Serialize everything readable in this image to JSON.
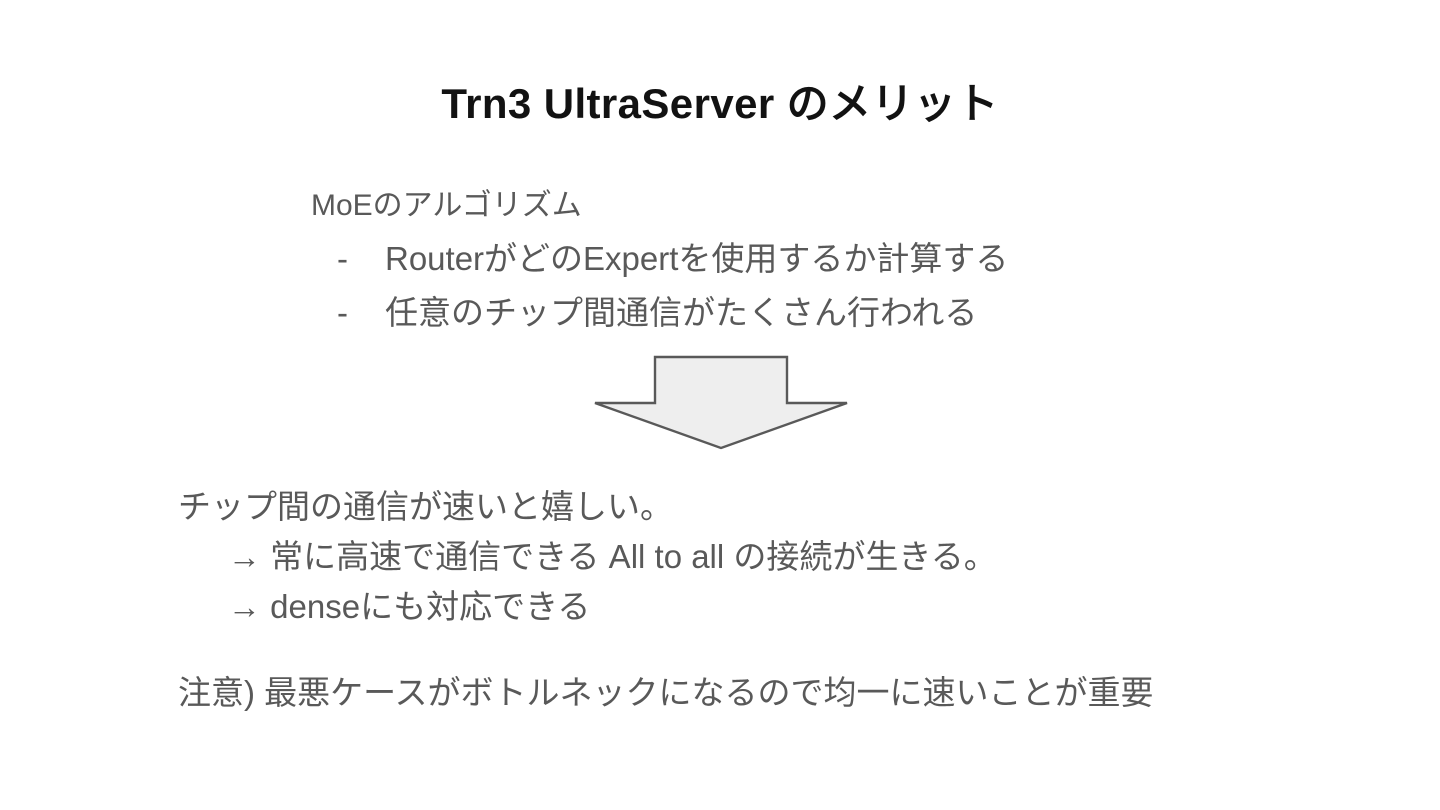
{
  "slide": {
    "title": "Trn3 UltraServer のメリット",
    "background_color": "#ffffff",
    "title_color": "#121212",
    "body_color": "#595959"
  },
  "upper_block": {
    "heading": "MoEのアルゴリズム",
    "bullets": [
      {
        "marker": "-",
        "text": "RouterがどのExpertを使用するか計算する"
      },
      {
        "marker": "-",
        "text": "任意のチップ間通信がたくさん行われる"
      }
    ]
  },
  "arrow": {
    "icon": "down-arrow-icon",
    "direction": "down",
    "fill_color": "#eeeeee",
    "stroke_color": "#595959"
  },
  "lower_block": {
    "lead_line": "チップ間の通信が速いと嬉しい。",
    "consequences": [
      "→ 常に高速で通信できる All to all の接続が生きる。",
      "→ denseにも対応できる"
    ],
    "note": "注意) 最悪ケースがボトルネックになるので均一に速いことが重要"
  }
}
